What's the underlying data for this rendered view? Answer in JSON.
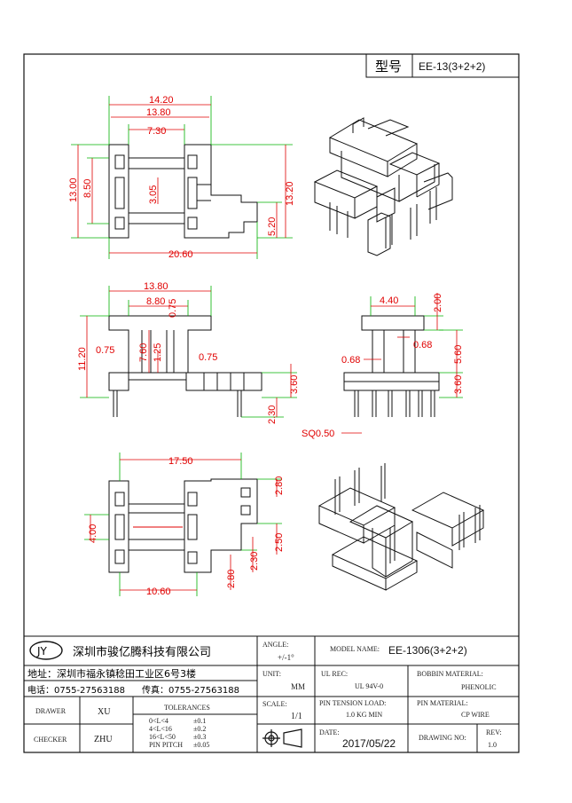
{
  "header": {
    "model_label": "型号",
    "model_value": "EE-13(3+2+2)"
  },
  "dims": {
    "top_w1": "14.20",
    "top_w2": "13.80",
    "top_w3": "7.30",
    "top_h1": "13.00",
    "top_h2": "8.50",
    "top_h3": "3.05",
    "top_h4": "13.20",
    "top_h5": "5.20",
    "top_w4": "20.60",
    "front_w1": "13.80",
    "front_w2": "8.80",
    "front_w3": "0.75",
    "front_a": "0.75",
    "front_b": "7.60",
    "front_c": "1.25",
    "front_d": "0.75",
    "front_h": "11.20",
    "front_e": "3.60",
    "front_f": "2.30",
    "side_w": "4.40",
    "side_a": "2.00",
    "side_b": "0.68",
    "side_c": "0.68",
    "side_d": "5.60",
    "side_e": "3.60",
    "side_sq": "SQ0.50",
    "bot_w1": "17.50",
    "bot_w2": "10.60",
    "bot_h1": "4.00",
    "bot_h2": "2.80",
    "bot_h3": "2.50",
    "bot_h4": "2.30",
    "bot_h5": "2.80"
  },
  "title_block": {
    "logo": "JY",
    "company": "深圳市骏亿腾科技有限公司",
    "address": "地址：深圳市福永镇稔田工业区6号3楼",
    "tel": "电话：0755-27563188",
    "fax": "传真：0755-27563188",
    "drawer_label": "DRAWER",
    "drawer": "XU",
    "checker_label": "CHECKER",
    "checker": "ZHU",
    "tol_label": "TOLERANCES",
    "tol1_range": "0<L<4",
    "tol1_val": "±0.1",
    "tol2_range": "4<L<16",
    "tol2_val": "±0.2",
    "tol3_range": "16<L<50",
    "tol3_val": "±0.3",
    "tol4_range": "PIN PITCH",
    "tol4_val": "±0.05",
    "angle_label": "ANGLE:",
    "angle": "+/-1°",
    "unit_label": "UNIT:",
    "unit": "MM",
    "scale_label": "SCALE:",
    "scale": "1/1",
    "model_name_label": "MODEL NAME:",
    "model_name": "EE-1306(3+2+2)",
    "ul_label": "UL REC:",
    "ul": "UL 94V-0",
    "bobbin_label": "BOBBIN MATERIAL:",
    "bobbin": "PHENOLIC",
    "pin_tension_label": "PIN TENSION LOAD:",
    "pin_tension": "1.0 KG MIN",
    "pin_mat_label": "PIN MATERIAL:",
    "pin_mat": "CP WIRE",
    "date_label": "DATE:",
    "date": "2017/05/22",
    "drawing_no_label": "DRAWING NO:",
    "rev_label": "REV:",
    "rev": "1.0"
  },
  "colors": {
    "dimension": "#e00000",
    "extension": "#00b000",
    "outline": "#111111"
  }
}
